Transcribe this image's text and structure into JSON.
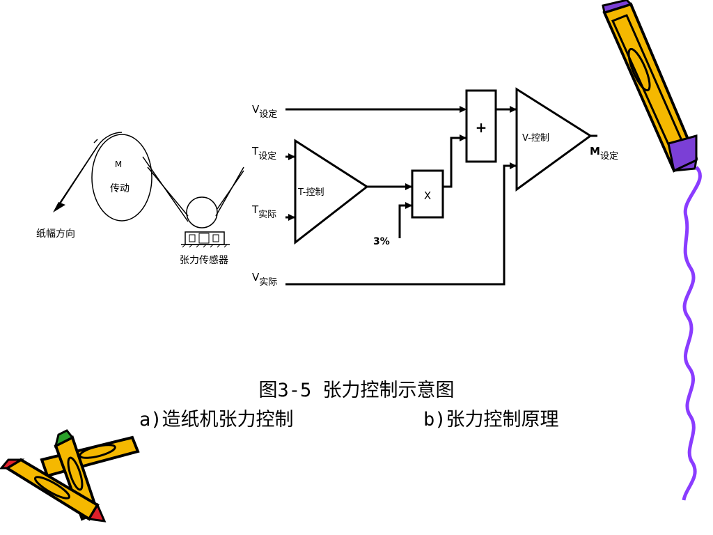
{
  "diagram_a": {
    "roller_symbol": "M",
    "roller_label": "传动",
    "direction_label": "纸幅方向",
    "sensor_label": "张力传感器"
  },
  "diagram_b": {
    "v_set": {
      "main": "V",
      "sub": "设定"
    },
    "t_set": {
      "main": "T",
      "sub": "设定"
    },
    "t_actual": {
      "main": "T",
      "sub": "实际"
    },
    "v_actual": {
      "main": "V",
      "sub": "实际"
    },
    "t_control": "T-控制",
    "v_control": "V-控制",
    "multiplier": "X",
    "adder": "+",
    "percent": "3%",
    "m_set": {
      "main": "M",
      "sub": "设定"
    }
  },
  "caption": {
    "title": "图3-5 张力控制示意图",
    "sub_a": "a)造纸机张力控制",
    "sub_b": "b)张力控制原理"
  },
  "decor": {
    "pencil_body": "#f5b800",
    "pencil_outline": "#000000",
    "pencil_tip_purple": "#7b3fd6",
    "pencil_tip_red": "#e0202a",
    "pencil_tip_green": "#2aa02a",
    "squiggle": "#8a3cff"
  }
}
